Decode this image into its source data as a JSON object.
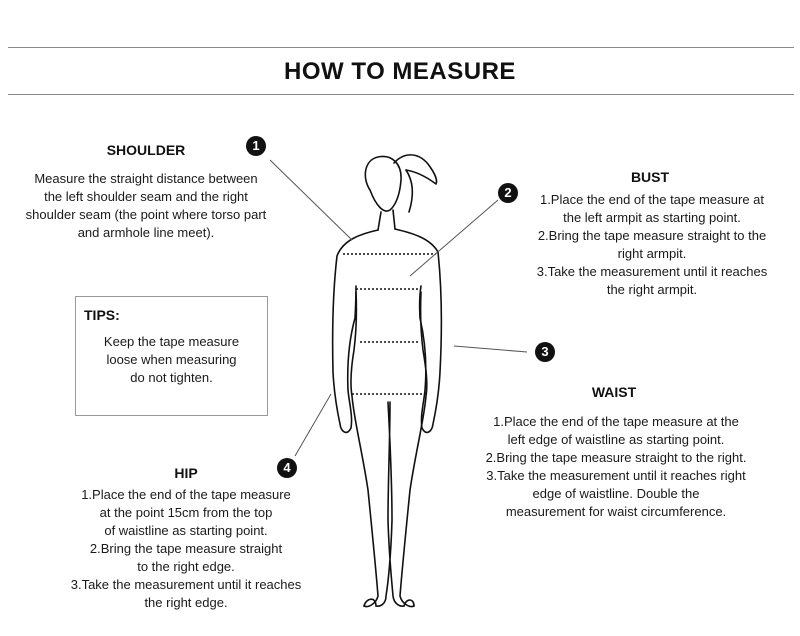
{
  "title": "HOW TO MEASURE",
  "sections": {
    "shoulder": {
      "badge": "1",
      "heading": "SHOULDER",
      "lines": [
        "Measure the straight distance between",
        "the left shoulder seam and the right",
        "shoulder seam (the point where torso part",
        "and armhole line meet)."
      ]
    },
    "bust": {
      "badge": "2",
      "heading": "BUST",
      "lines": [
        "1.Place the end of the tape measure at",
        "the left armpit as starting point.",
        "2.Bring the tape measure straight to the",
        "right armpit.",
        "3.Take the measurement until it reaches",
        "the right armpit."
      ]
    },
    "waist": {
      "badge": "3",
      "heading": "WAIST",
      "lines": [
        "1.Place the end of the tape measure at the",
        "left edge of waistline as starting point.",
        "2.Bring the tape measure straight to the right.",
        "3.Take the measurement until it reaches right",
        "edge of waistline. Double the",
        "measurement for waist circumference."
      ]
    },
    "hip": {
      "badge": "4",
      "heading": "HIP",
      "lines": [
        "1.Place the end of the tape measure",
        "at the point 15cm from the top",
        "of waistline as starting point.",
        "2.Bring the tape measure straight",
        "to the right edge.",
        "3.Take the measurement until it reaches",
        "the right edge."
      ]
    }
  },
  "tips": {
    "heading": "TIPS:",
    "lines": [
      "Keep the tape measure",
      "loose when measuring",
      "do not tighten."
    ]
  },
  "colors": {
    "ink": "#111111",
    "rule": "#8a8a8a",
    "tips_border": "#9a9a9a"
  }
}
